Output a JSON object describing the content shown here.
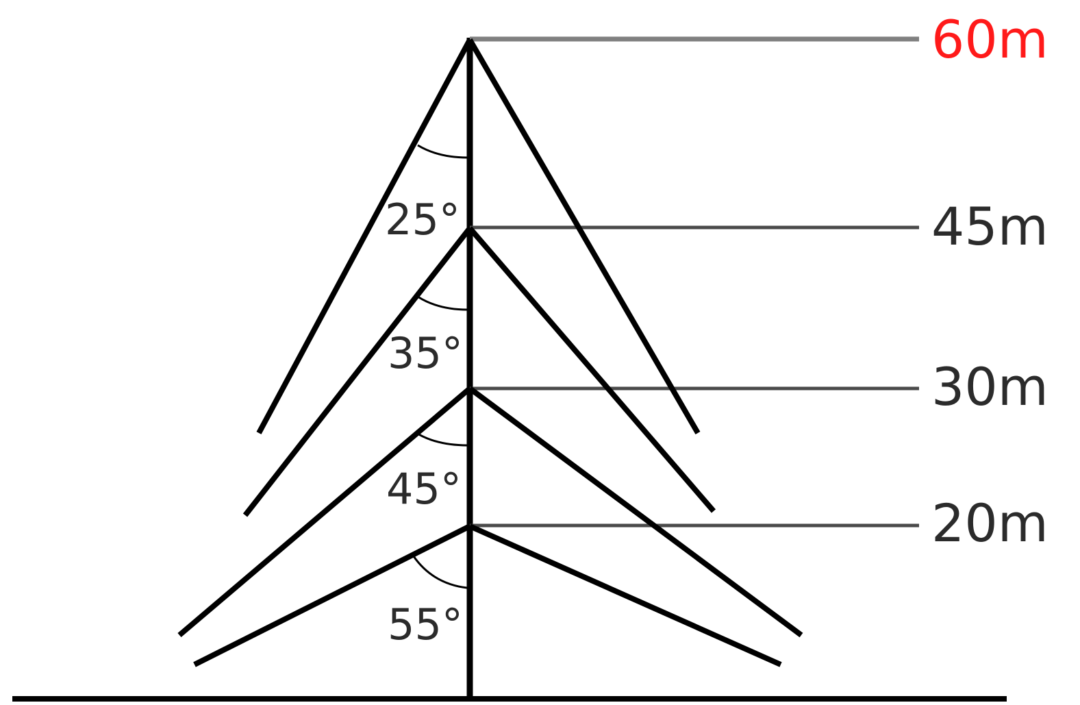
{
  "heights": {
    "h60": "60m",
    "h45": "45m",
    "h30": "30m",
    "h20": "20m"
  },
  "angles": {
    "a25": "25°",
    "a35": "35°",
    "a45": "45°",
    "a55": "55°"
  },
  "colors": {
    "highlight": "#ff1a1a",
    "text": "#2b2b2b",
    "structure": "#000000",
    "guide_top": "#808080",
    "guide": "#4a4a4a"
  }
}
